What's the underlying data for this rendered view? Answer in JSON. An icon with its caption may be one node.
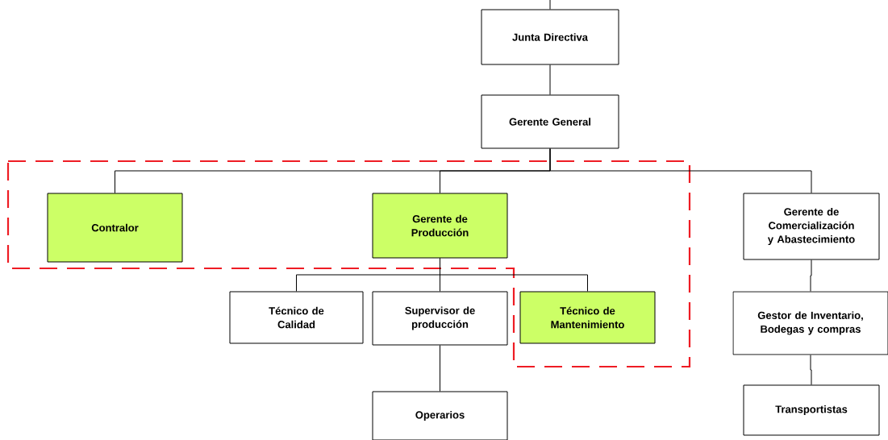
{
  "diagram": {
    "nodes": [
      {
        "text": [
          "Junta Directiva"
        ]
      },
      {
        "text": [
          "Gerente General"
        ]
      },
      {
        "text": [
          "Contralor"
        ]
      },
      {
        "text": [
          "Gerente de Producción"
        ]
      },
      {
        "text": [
          "Gerente de Comercialización y Abastecimiento"
        ]
      },
      {
        "text": [
          "Técnico de Calidad"
        ]
      },
      {
        "text": [
          "Supervisor de producción"
        ]
      },
      {
        "text": [
          "Técnico de Mantenimiento"
        ]
      },
      {
        "text": [
          "Gestor de Inventario, Bodegas y compras"
        ]
      },
      {
        "text": [
          "Operarios"
        ]
      },
      {
        "text": [
          "Transportistas"
        ]
      }
    ],
    "edges": [
      {
        "from": null,
        "to": 0,
        "arrow": "none"
      },
      {
        "from": 0,
        "to": 1,
        "arrow": "none"
      },
      {
        "from": 1,
        "to": 2,
        "arrow": "none"
      },
      {
        "from": 1,
        "to": 3,
        "arrow": "none"
      },
      {
        "from": 1,
        "to": 4,
        "arrow": "none"
      },
      {
        "from": 3,
        "to": 5,
        "arrow": "none"
      },
      {
        "from": 3,
        "to": 6,
        "arrow": "none"
      },
      {
        "from": 3,
        "to": 7,
        "arrow": "none"
      },
      {
        "from": 6,
        "to": 9,
        "arrow": "none"
      },
      {
        "from": 4,
        "to": 8,
        "arrow": "none"
      },
      {
        "from": 8,
        "to": 10,
        "arrow": "none"
      }
    ]
  }
}
